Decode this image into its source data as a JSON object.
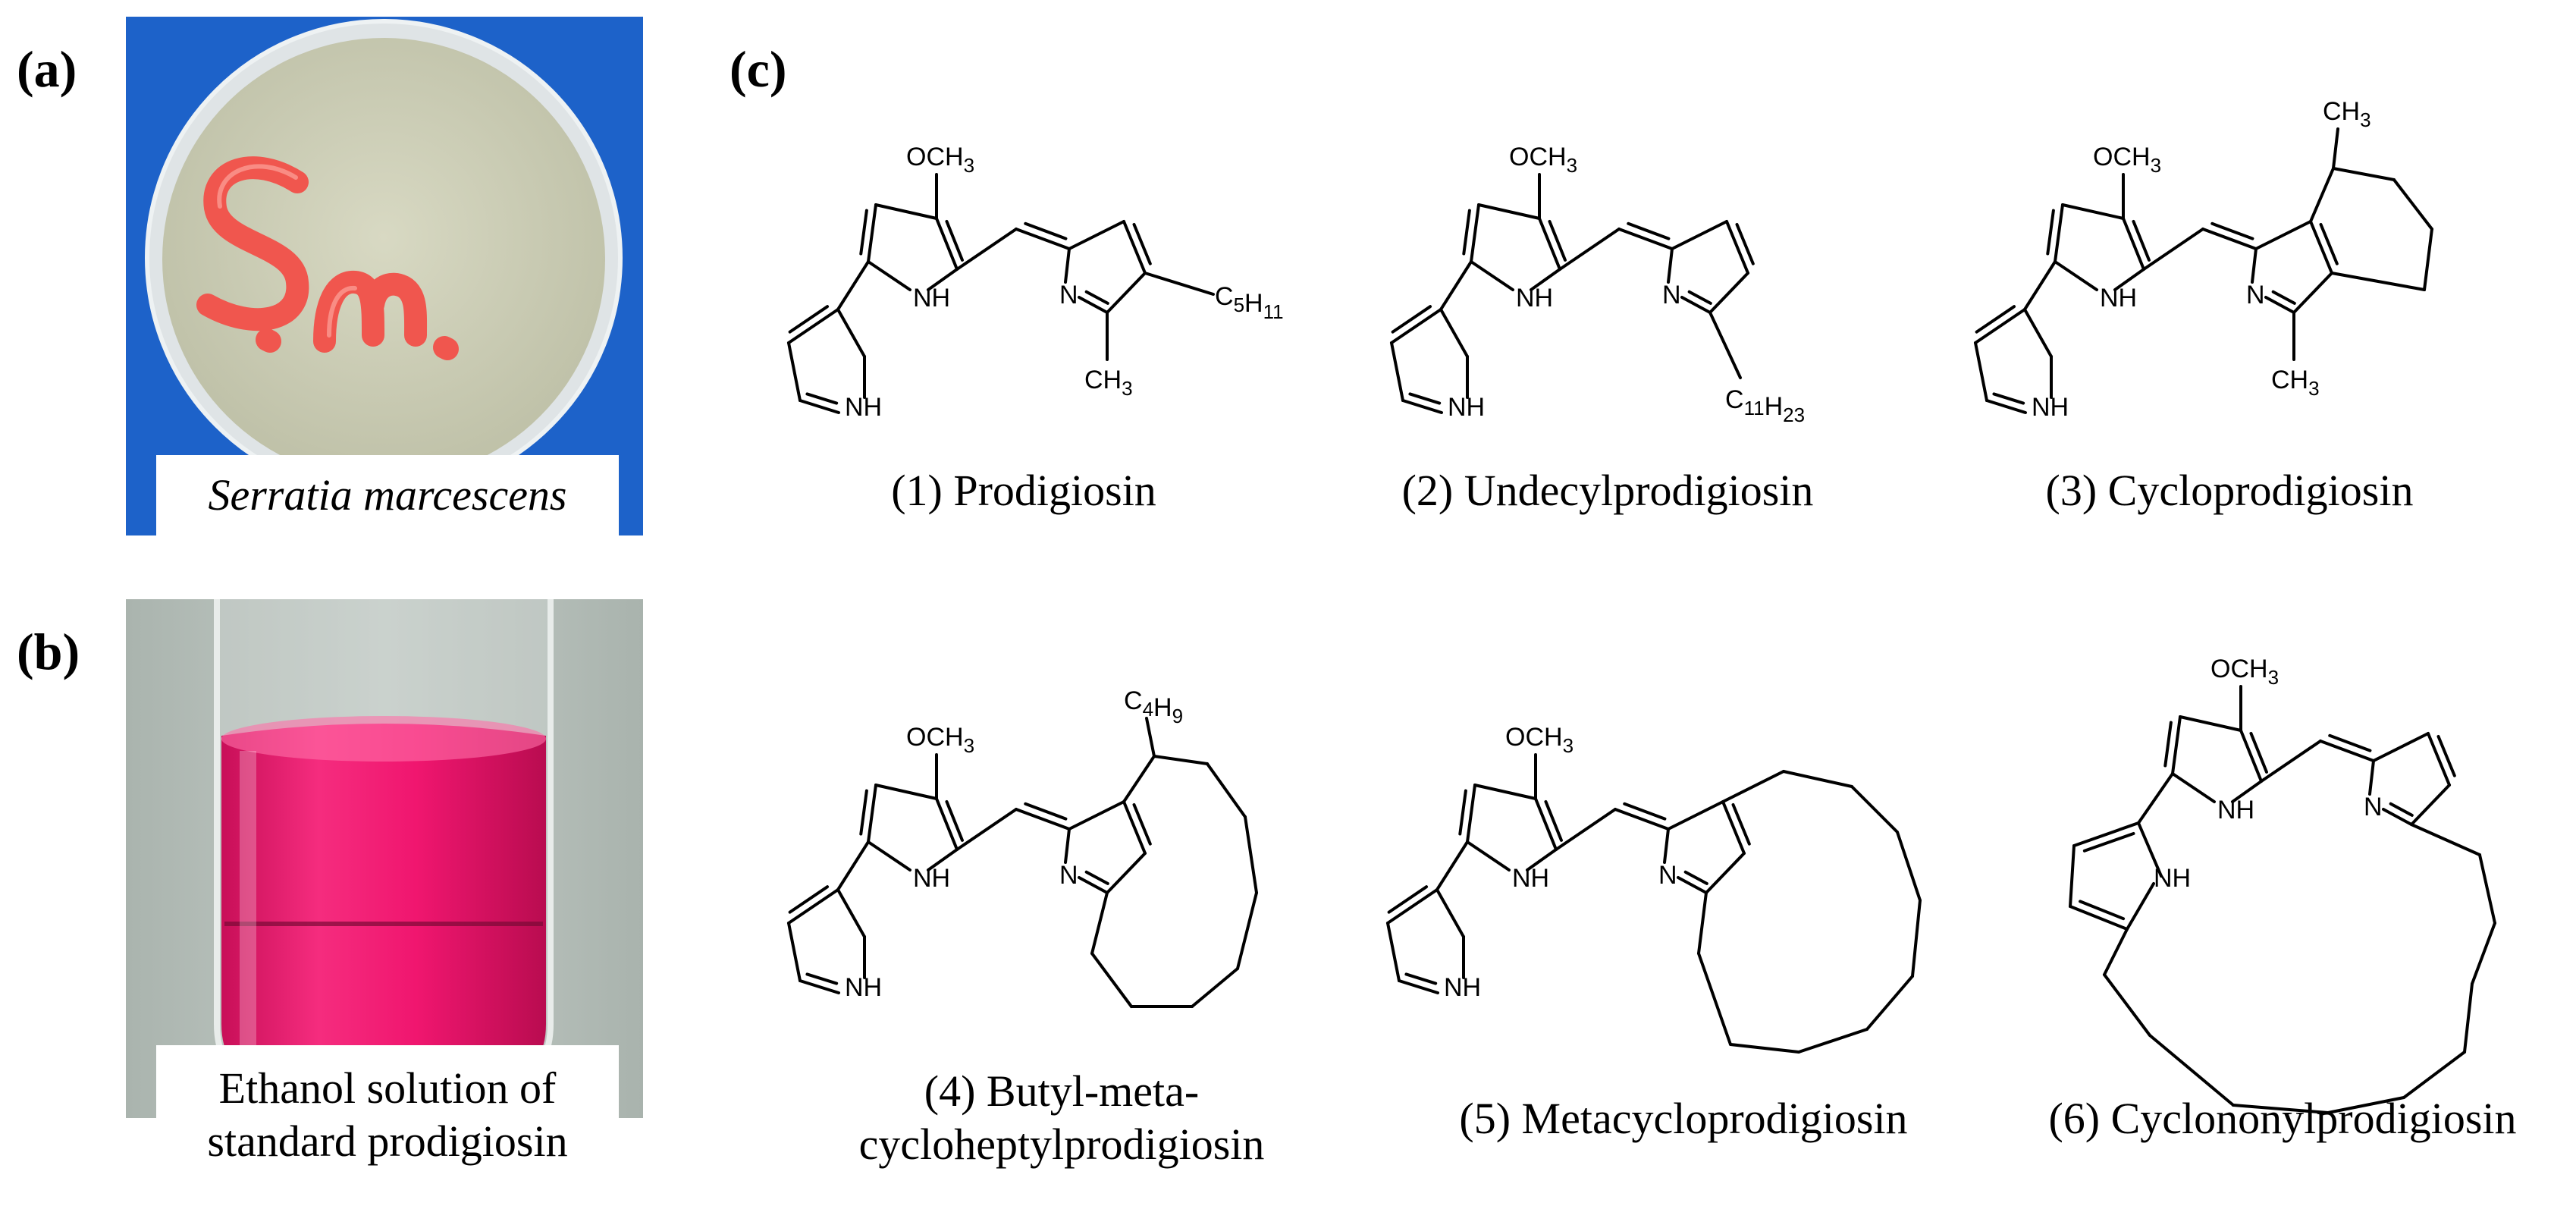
{
  "panels": {
    "a": {
      "letter": "(a)",
      "caption": "Serratia marcescens",
      "plate_text": "S.m."
    },
    "b": {
      "letter": "(b)",
      "caption_lines": [
        "Ethanol solution of",
        "standard prodigiosin"
      ]
    },
    "c": {
      "letter": "(c)"
    }
  },
  "colors": {
    "photo_a_background": "#1d62c9",
    "agar": "#cfd0b9",
    "colony": "#f0564e",
    "liquid": "#f0166f",
    "photo_b_background": "#b9c2bd"
  },
  "atom_labels": {
    "och3": "OCH3",
    "nh": "NH",
    "n": "N",
    "c5h11": "C5H11",
    "c11h23": "C11H23",
    "ch3": "CH3",
    "c4h9": "C4H9"
  },
  "compounds": [
    {
      "caption": "(1) Prodigiosin"
    },
    {
      "caption": "(2) Undecylprodigiosin"
    },
    {
      "caption": "(3) Cycloprodigiosin"
    },
    {
      "caption_lines": [
        "(4) Butyl-meta-",
        "cycloheptylprodigiosin"
      ]
    },
    {
      "caption": "(5) Metacycloprodigiosin"
    },
    {
      "caption": "(6) Cyclononylprodigiosin"
    }
  ]
}
